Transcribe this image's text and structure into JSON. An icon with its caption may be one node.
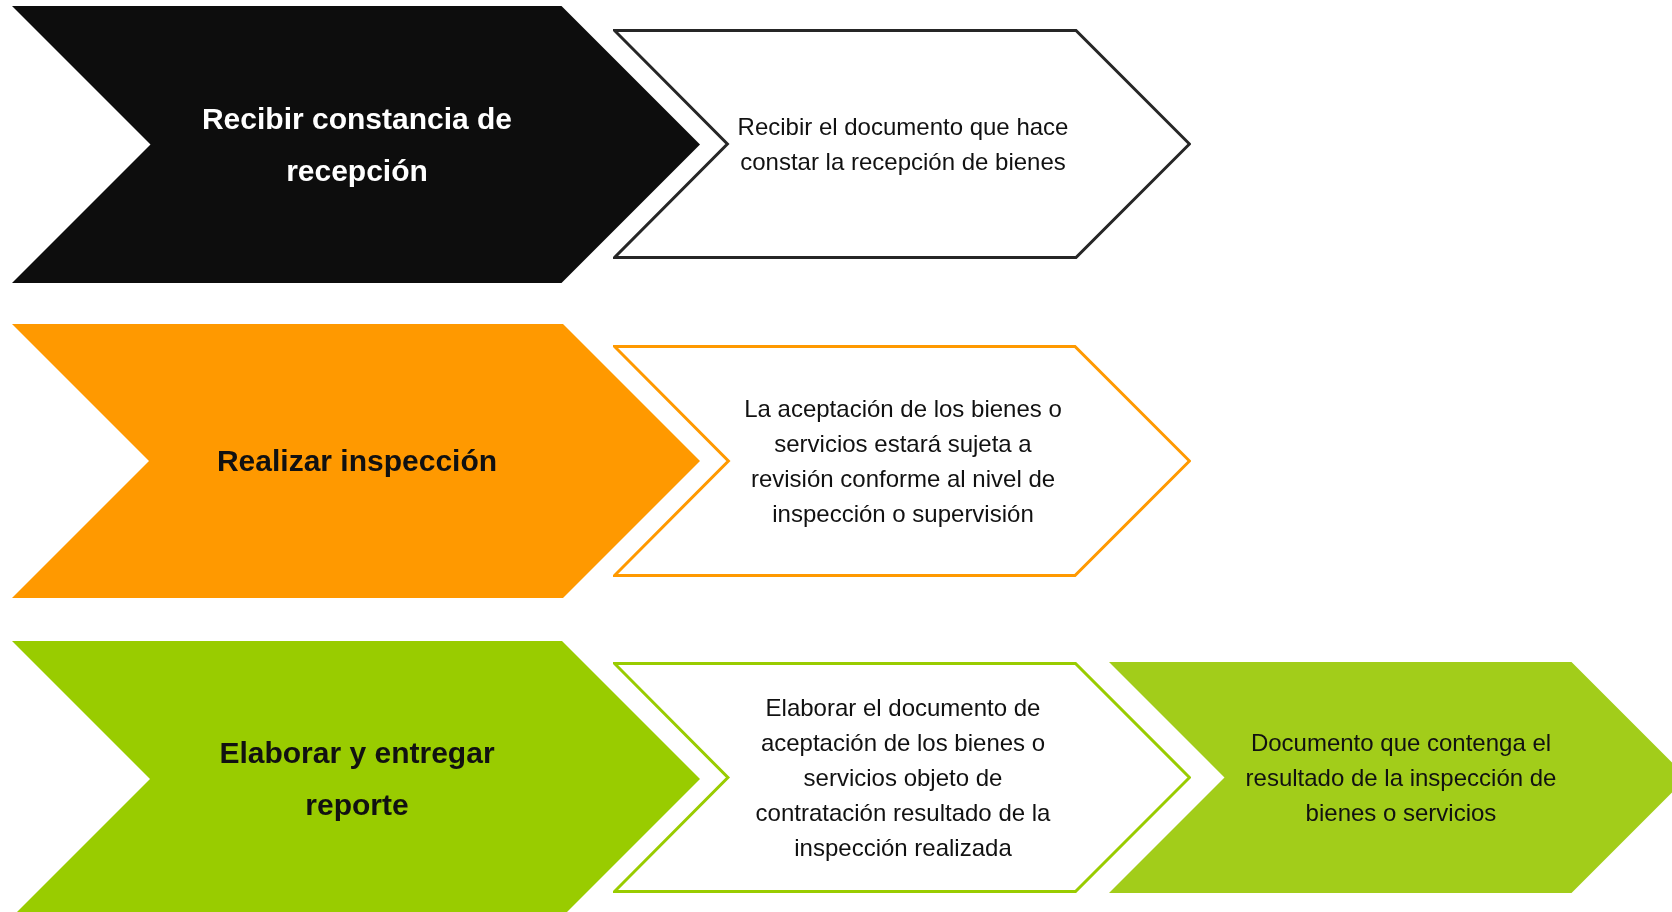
{
  "diagram": {
    "nodes": [
      {
        "text": [
          "Recibir constancia de recepción"
        ]
      },
      {
        "text": [
          "Recibir el documento que hace constar la recepción de bienes"
        ]
      },
      {
        "text": [
          "Realizar inspección"
        ]
      },
      {
        "text": [
          "La aceptación de los bienes o servicios estará sujeta a revisión conforme al nivel de inspección o supervisión"
        ]
      },
      {
        "text": [
          "Elaborar y entregar reporte"
        ]
      },
      {
        "text": [
          "Elaborar el documento de aceptación de los bienes o servicios objeto de contratación resultado de la inspección realizada"
        ]
      },
      {
        "text": [
          "Documento que contenga el resultado de la inspección de bienes o servicios"
        ]
      }
    ]
  }
}
